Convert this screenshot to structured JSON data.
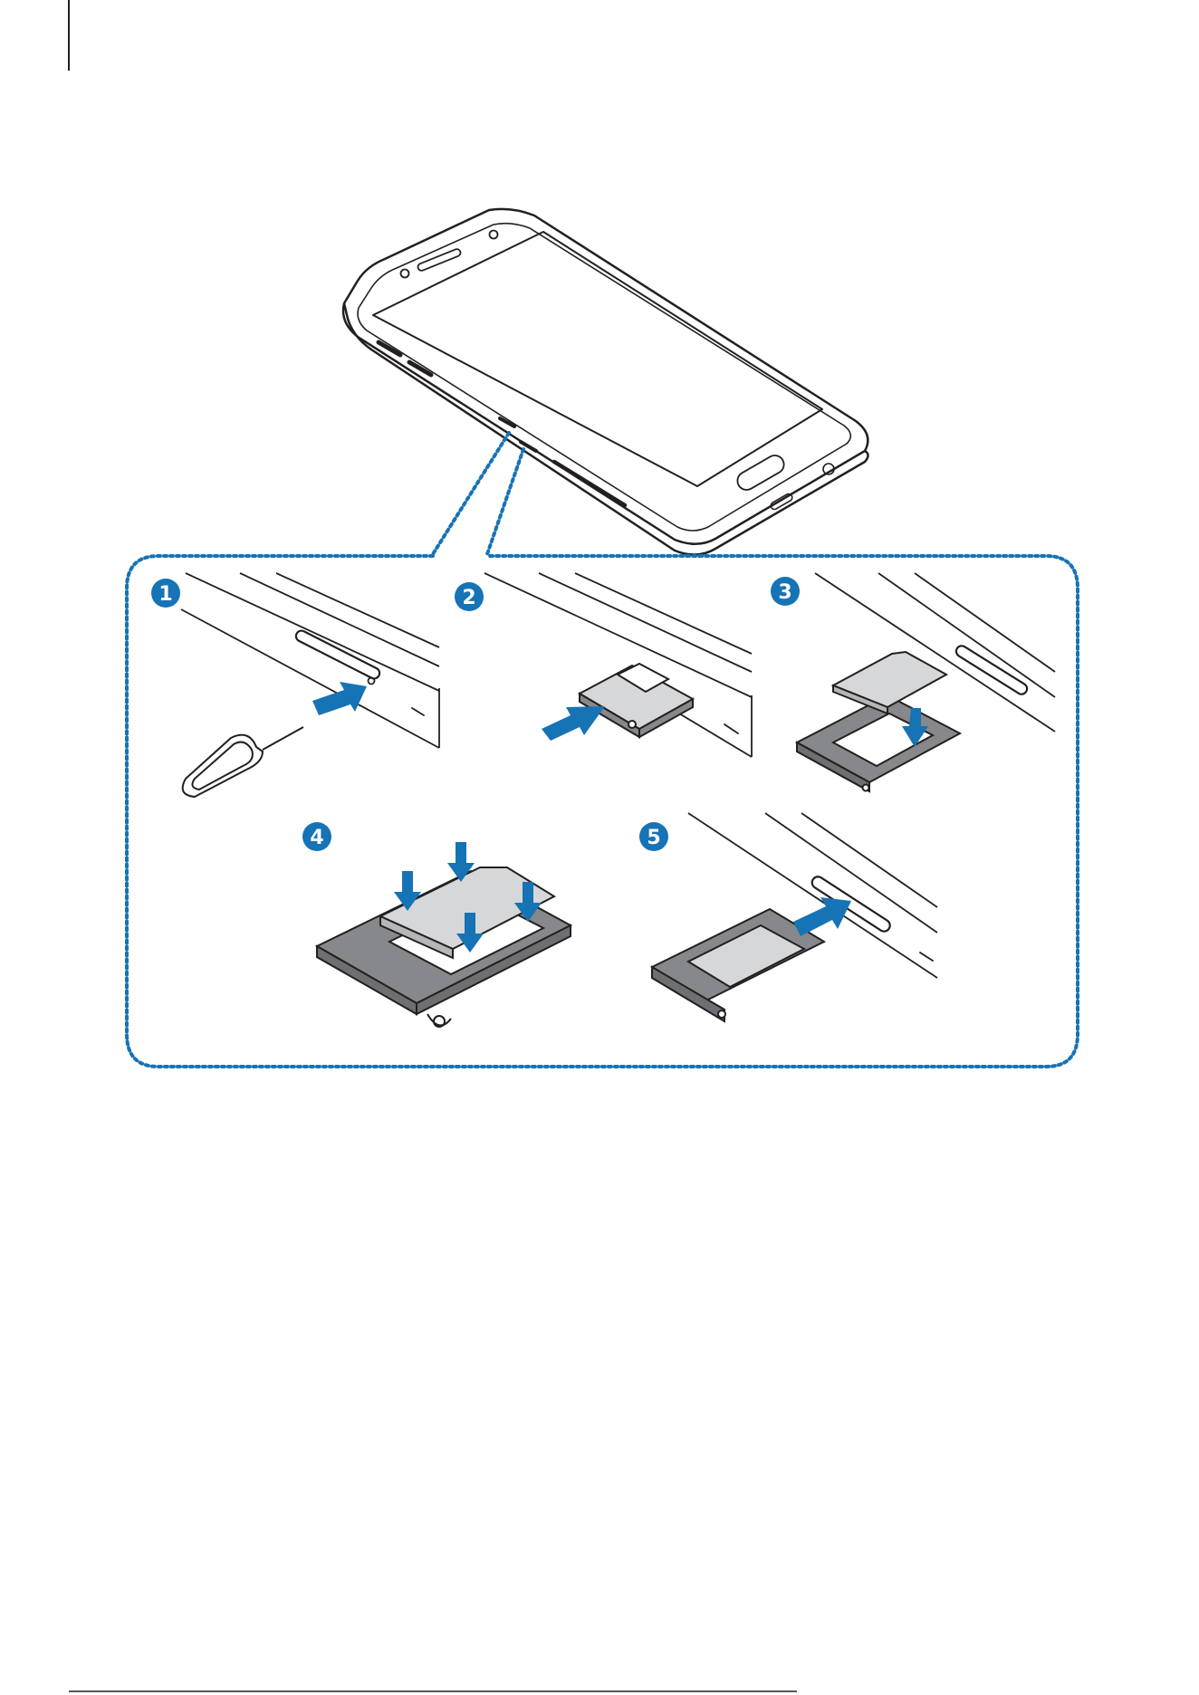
{
  "diagram": {
    "steps": [
      {
        "number": "1"
      },
      {
        "number": "2"
      },
      {
        "number": "3"
      },
      {
        "number": "4"
      },
      {
        "number": "5"
      }
    ]
  },
  "colors": {
    "accent_blue": "#1673b5",
    "outline": "#231f20",
    "card_gray": "#d6d7d8",
    "tray_gray": "#86888b",
    "dotted_border": "#1673b5"
  },
  "icons": [
    "phone-illustration",
    "ejection-pin-icon",
    "sim-tray-icon",
    "sim-card-icon",
    "arrow-icon"
  ]
}
